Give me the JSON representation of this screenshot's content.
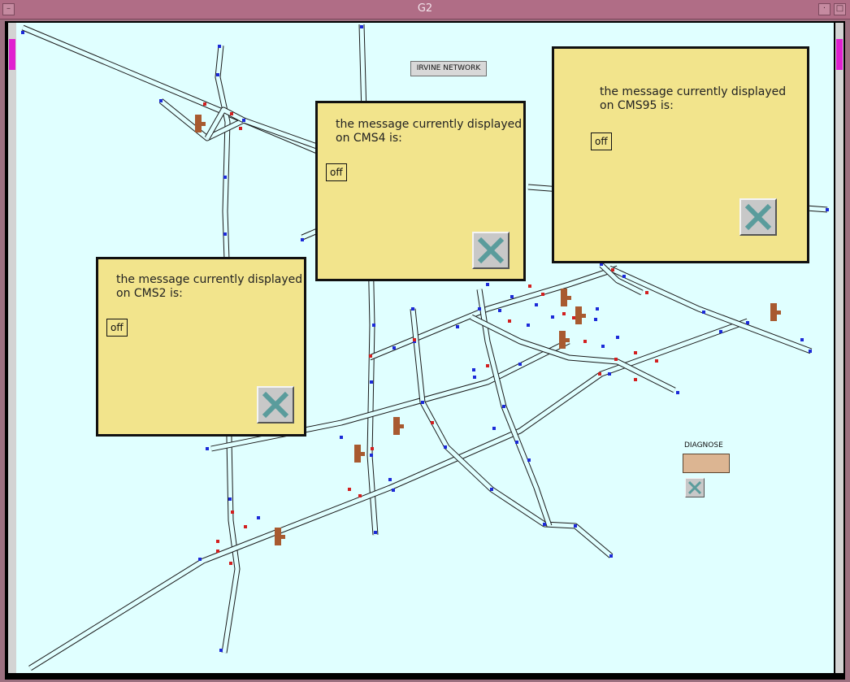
{
  "window": {
    "title": "G2",
    "min_icon": "minus-icon",
    "max_icon": "square-icon"
  },
  "workspace": {
    "network_label": "IRVINE NETWORK",
    "background": "#e0ffff"
  },
  "panels": [
    {
      "id": "cms4",
      "line1": "the message currently displayed",
      "line2": "on CMS4 is:",
      "value": "off"
    },
    {
      "id": "cms95",
      "line1": "the message currently displayed",
      "line2": "on CMS95 is:",
      "value": "off"
    },
    {
      "id": "cms2",
      "line1": "the message currently displayed",
      "line2": "on CMS2 is:",
      "value": "off"
    }
  ],
  "diagnose": {
    "label": "DIAGNOSE",
    "close_icon": "close-icon"
  },
  "colors": {
    "panel": "#f2e48c",
    "sign": "#a85a30",
    "node_blue": "#1c2ad8",
    "node_red": "#d21f1f",
    "title_bar": "#b06d86"
  }
}
